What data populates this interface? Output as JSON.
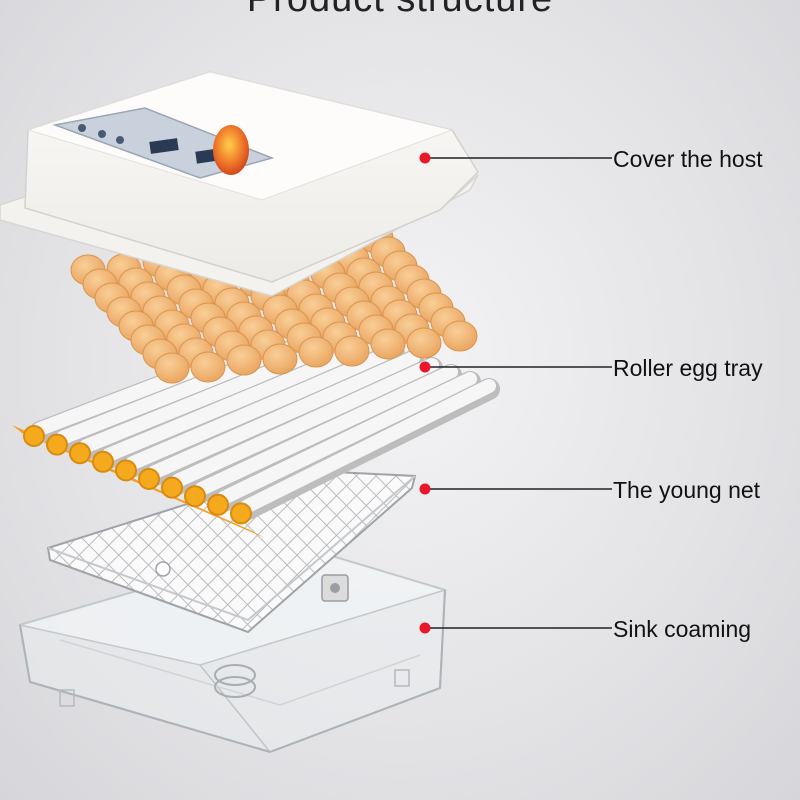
{
  "page": {
    "title": "Product structure"
  },
  "callouts": [
    {
      "label": "Cover the host"
    },
    {
      "label": "Roller egg tray"
    },
    {
      "label": "The young net"
    },
    {
      "label": "Sink coaming"
    }
  ],
  "colors": {
    "marker": "#e8182a",
    "egg": "#f2b070",
    "cover": "#f7f5f2",
    "roller": "#eeeeee",
    "roller_cap": "#f5a91c",
    "panel": "#d9dde2"
  }
}
